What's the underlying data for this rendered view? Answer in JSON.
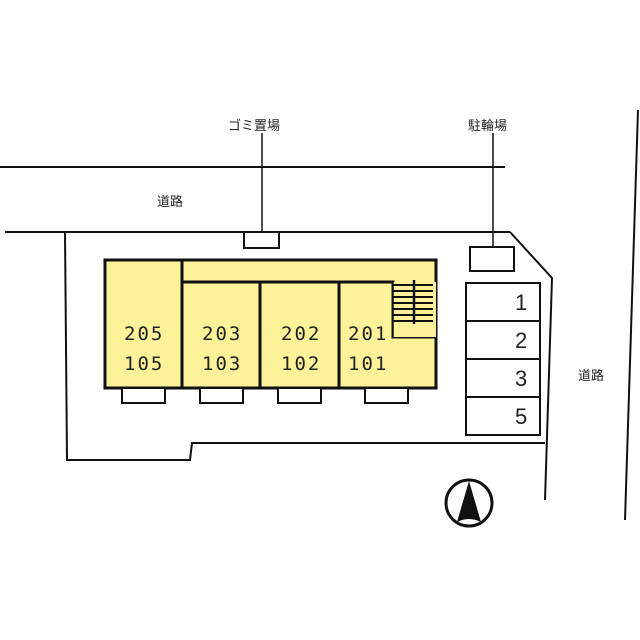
{
  "labels": {
    "garbage_area": "ゴミ置場",
    "bicycle_parking": "駐輪場",
    "road_top": "道路",
    "road_right": "道路"
  },
  "units": [
    {
      "upper": "205",
      "lower": "105"
    },
    {
      "upper": "203",
      "lower": "103"
    },
    {
      "upper": "202",
      "lower": "102"
    },
    {
      "upper": "201",
      "lower": "101"
    }
  ],
  "parking_slots": [
    "1",
    "2",
    "3",
    "5"
  ],
  "compass": {
    "direction": "north",
    "icon": "north-arrow-icon"
  },
  "colors": {
    "unit_fill": "#fcf29a",
    "line": "#111111",
    "background": "#ffffff"
  }
}
